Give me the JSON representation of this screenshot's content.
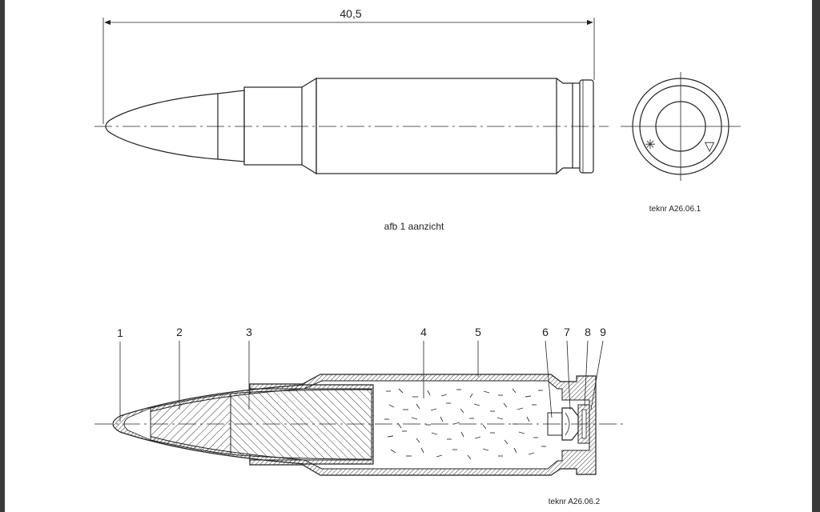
{
  "dimension": {
    "overall_length": "40,5"
  },
  "views": {
    "view1": {
      "caption": "afb 1 aanzicht",
      "drawing_number": "teknr A26.06.1"
    },
    "view2": {
      "drawing_number": "teknr A26.06.2"
    }
  },
  "callouts": [
    "1",
    "2",
    "3",
    "4",
    "5",
    "6",
    "7",
    "8",
    "9"
  ],
  "end_view_marks": {
    "star": "✳",
    "triangle": "▽"
  },
  "colors": {
    "line": "#222222",
    "paper": "#ffffff",
    "frame": "#3a3a3a"
  }
}
